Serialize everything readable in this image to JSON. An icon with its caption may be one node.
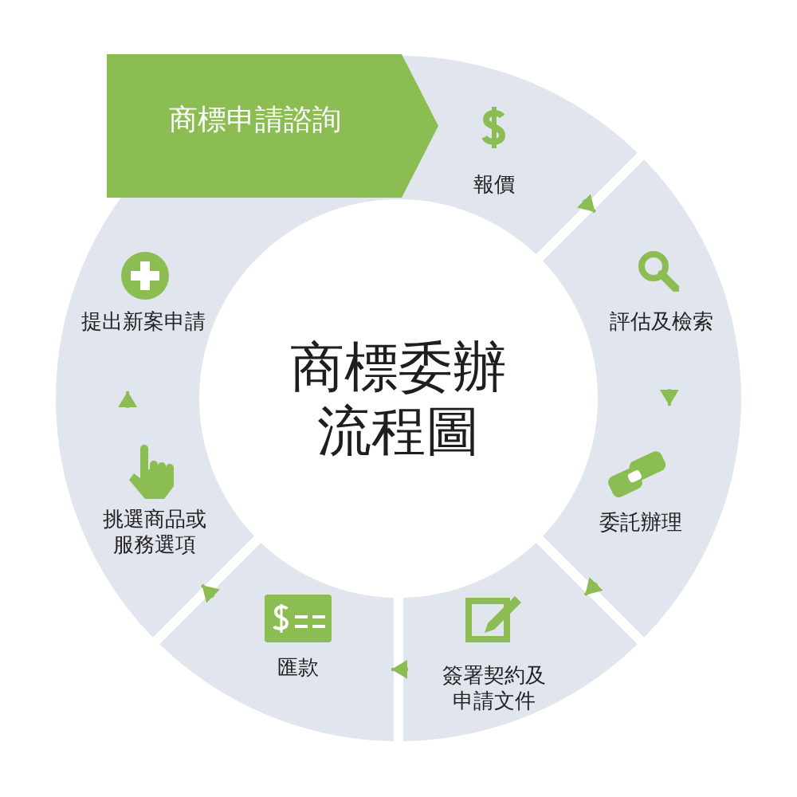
{
  "diagram": {
    "nodes": [
      {
        "text": [
          "商標申請諮詢"
        ]
      },
      {
        "text": [
          "報價"
        ]
      },
      {
        "text": [
          "評估及檢索"
        ]
      },
      {
        "text": [
          "委託辦理"
        ]
      },
      {
        "text": [
          "簽署契約及申請文件"
        ]
      },
      {
        "text": [
          "匯款"
        ]
      },
      {
        "text": [
          "挑選商品或服務選項"
        ]
      },
      {
        "text": [
          "提出新案申請"
        ]
      },
      {
        "text": [
          "商標委辦流程圖"
        ]
      }
    ],
    "edges": [
      {
        "from": 1,
        "to": 2,
        "arrow": "to"
      },
      {
        "from": 2,
        "to": 3,
        "arrow": "to"
      },
      {
        "from": 3,
        "to": 4,
        "arrow": "to"
      },
      {
        "from": 4,
        "to": 5,
        "arrow": "to"
      },
      {
        "from": 5,
        "to": 6,
        "arrow": "to"
      },
      {
        "from": 6,
        "to": 7,
        "arrow": "to"
      }
    ]
  }
}
